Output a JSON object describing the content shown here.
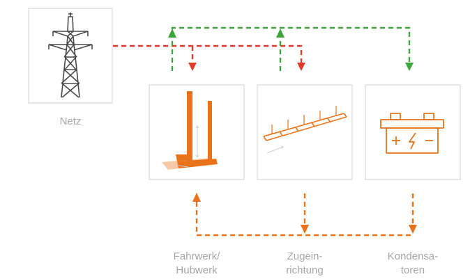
{
  "labels": {
    "grid": "Netz",
    "drive": [
      "Fahrwerk/",
      "Hubwerk"
    ],
    "feed": [
      "Zugein-",
      "richtung"
    ],
    "capacitors": [
      "Kondensa-",
      "toren"
    ]
  },
  "icons": {
    "grid": "power-pylon-icon",
    "drive": "hoist-mast-icon",
    "feed": "conveyor-rack-icon",
    "capacitors": "battery-capacitor-icon"
  },
  "colors": {
    "box_border": "#dcdcdc",
    "label": "#a6a6a6",
    "pylon": "#4a4a4a",
    "orange": "#e8731a",
    "red": "#e03a2a",
    "green": "#3aa639"
  }
}
